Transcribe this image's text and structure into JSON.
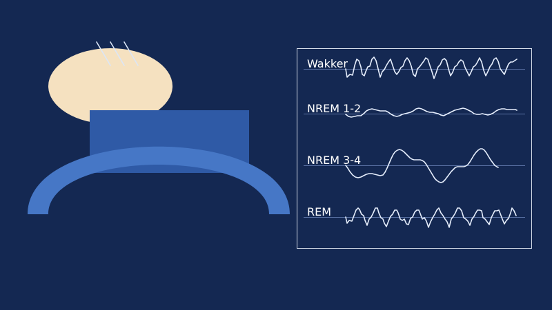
{
  "colors": {
    "background": "#142852",
    "head": "#f5e1c0",
    "blanket": "#2f5aa6",
    "bed_arch": "#4677c6",
    "motion_lines": "#dbe6f7",
    "panel_border": "#d7deea",
    "baseline": "#5b73a6",
    "wave": "#e6eefc",
    "label": "#ffffff"
  },
  "illustration": {
    "subject": "sleeping-person-in-bed",
    "motion_line_count": 3
  },
  "panel": {
    "stages": [
      {
        "label": "Wakker",
        "type": "high-frequency-low-amplitude"
      },
      {
        "label": "NREM 1-2",
        "type": "low-amplitude-mixed"
      },
      {
        "label": "NREM 3-4",
        "type": "slow-wave-high-amplitude"
      },
      {
        "label": "REM",
        "type": "high-frequency-sawtooth"
      }
    ]
  }
}
